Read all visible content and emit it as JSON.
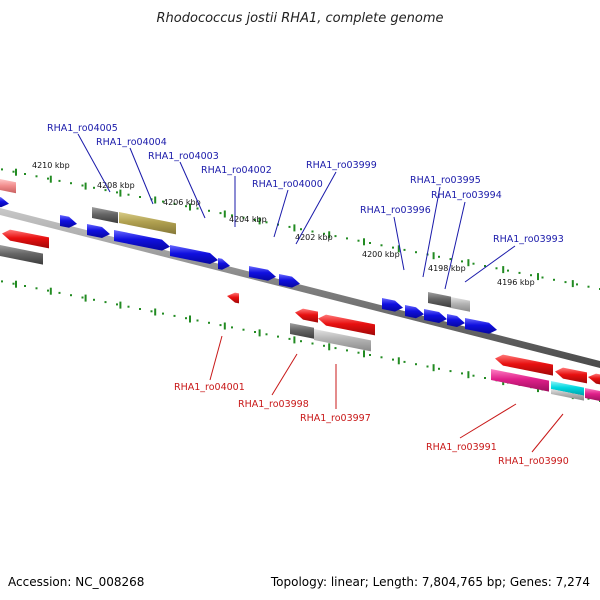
{
  "title": "Rhodococcus jostii RHA1, complete genome",
  "footer": {
    "accession": "Accession: NC_008268",
    "summary": "Topology: linear; Length: 7,804,765 bp; Genes: 7,274"
  },
  "colors": {
    "backbone": "#7f7f7f",
    "ruler": "#228b22",
    "forward_label": "#1a1aaa",
    "reverse_label": "#c81818",
    "gene_blue": "#1010e0",
    "gene_red": "#e81010",
    "gene_gray": "#666666",
    "gene_lightgray": "#b4b4b4",
    "gene_olive": "#b0a050",
    "gene_pink": "#e0208a",
    "gene_cyan": "#00d8e0"
  },
  "scale": {
    "labels": [
      "4210 kbp",
      "4208 kbp",
      "4206 kbp",
      "4204 kbp",
      "4202 kbp",
      "4200 kbp",
      "4198 kbp",
      "4196 kbp"
    ]
  },
  "labels_forward": [
    "RHA1_ro04005",
    "RHA1_ro04004",
    "RHA1_ro04003",
    "RHA1_ro04002",
    "RHA1_ro04000",
    "RHA1_ro03999",
    "RHA1_ro03996",
    "RHA1_ro03995",
    "RHA1_ro03994",
    "RHA1_ro03993"
  ],
  "labels_reverse": [
    "RHA1_ro04001",
    "RHA1_ro03998",
    "RHA1_ro03997",
    "RHA1_ro03991",
    "RHA1_ro03990"
  ]
}
